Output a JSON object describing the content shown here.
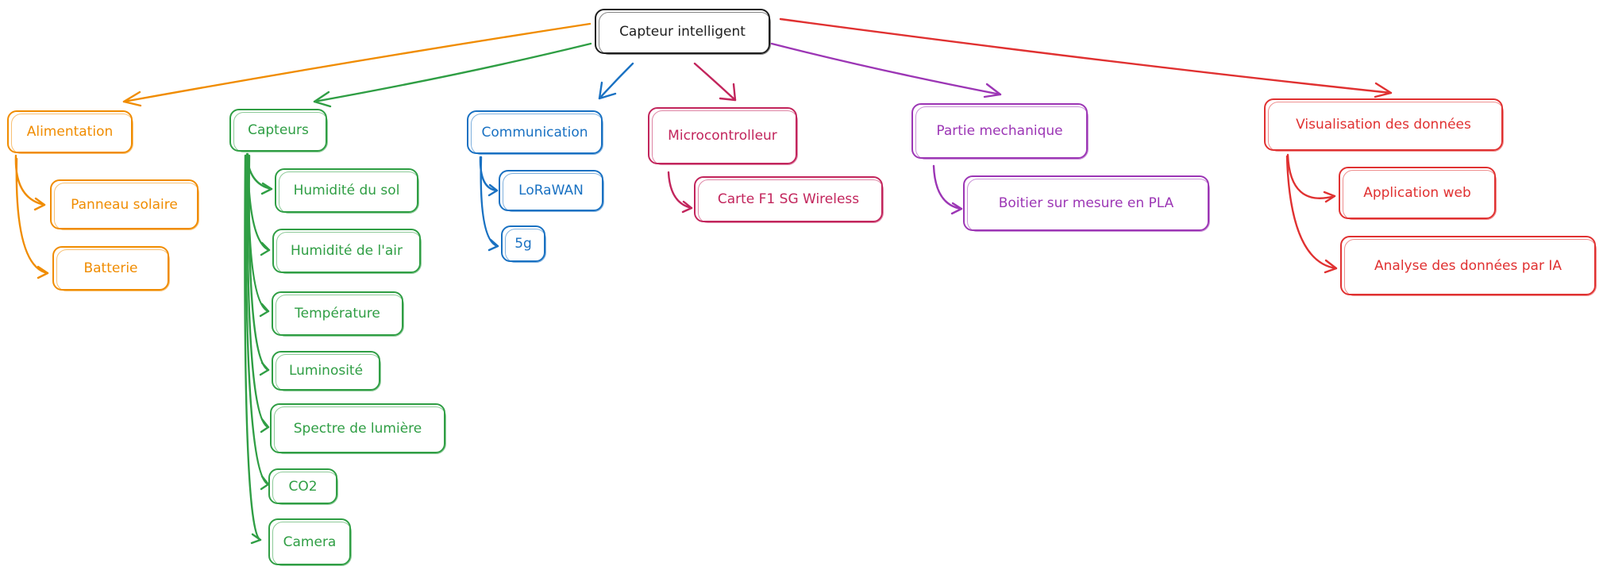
{
  "colors": {
    "root": "#1e1e1e",
    "alimentation": "#f08c00",
    "capteurs": "#2f9e44",
    "communication": "#1971c2",
    "microcontroleur": "#c2255c",
    "mecanique": "#9c36b5",
    "visualisation": "#e03131"
  },
  "root": {
    "label": "Capteur intelligent"
  },
  "branches": {
    "alimentation": {
      "label": "Alimentation",
      "children": [
        "Panneau solaire",
        "Batterie"
      ]
    },
    "capteurs": {
      "label": "Capteurs",
      "children": [
        "Humidité du sol",
        "Humidité de l'air",
        "Température",
        "Luminosité",
        "Spectre de lumière",
        "CO2",
        "Camera"
      ]
    },
    "communication": {
      "label": "Communication",
      "children": [
        "LoRaWAN",
        "5g"
      ]
    },
    "microcontroleur": {
      "label": "Microcontrolleur",
      "children": [
        "Carte F1 SG Wireless"
      ]
    },
    "mecanique": {
      "label": "Partie mechanique",
      "children": [
        "Boitier sur mesure en PLA"
      ]
    },
    "visualisation": {
      "label": "Visualisation des données",
      "children": [
        "Application web",
        "Analyse des données par IA"
      ]
    }
  }
}
